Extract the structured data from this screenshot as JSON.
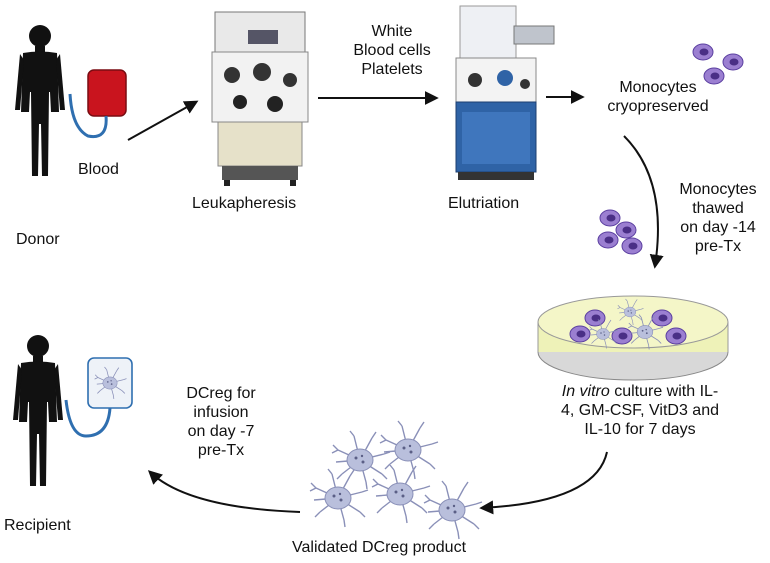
{
  "labels": {
    "donor": "Donor",
    "blood": "Blood",
    "leukapheresis": "Leukapheresis",
    "arrow1_line1": "White",
    "arrow1_line2": "Blood cells",
    "arrow1_line3": "Platelets",
    "elutriation": "Elutriation",
    "cryo_line1": "Monocytes",
    "cryo_line2": "cryopreserved",
    "thawed_line1": "Monocytes",
    "thawed_line2": "thawed",
    "thawed_line3": "on day -14",
    "thawed_line4": "pre-Tx",
    "culture_italic": "In vitro",
    "culture_line1_rest": " culture with IL-",
    "culture_line2": "4, GM-CSF, VitD3 and",
    "culture_line3": "IL-10 for 7 days",
    "product": "Validated DCreg product",
    "infusion_line1": "DCreg for",
    "infusion_line2": "infusion",
    "infusion_line3": "on day -7",
    "infusion_line4": "pre-Tx",
    "recipient": "Recipient"
  },
  "colors": {
    "silhouette": "#111111",
    "blood_bag": "#c9141e",
    "tube": "#2f6fb0",
    "monocyte": "#9b7fd1",
    "monocyte_nucleus": "#4a2f86",
    "dish_medium": "#eef2b8",
    "dc_cell": "#b9bfdc",
    "machine_blue": "#2f63a6"
  }
}
